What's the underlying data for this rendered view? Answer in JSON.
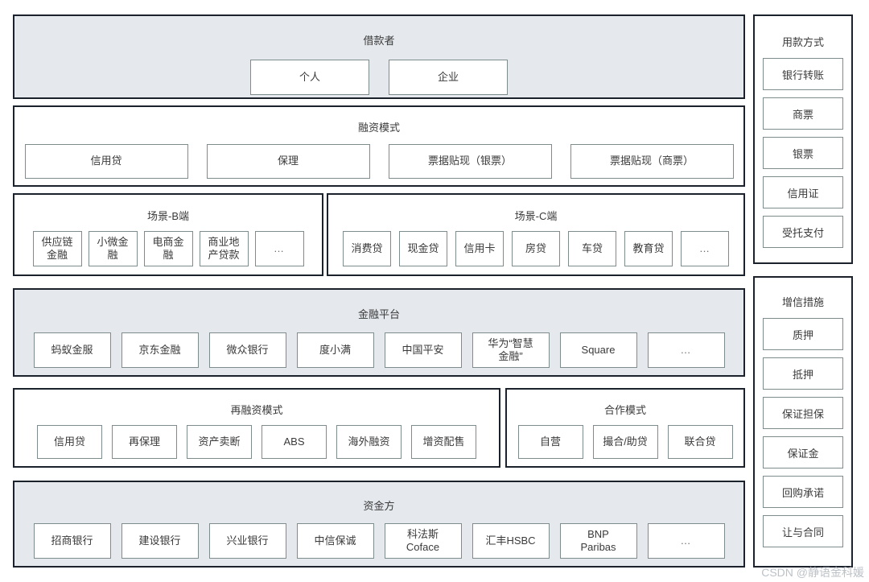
{
  "sections": [
    {
      "id": "borrowers",
      "title": "借款者",
      "style": "shaded",
      "items": [
        {
          "label": "个人"
        },
        {
          "label": "企业"
        }
      ]
    },
    {
      "id": "financing-mode",
      "title": "融资模式",
      "style": "plain",
      "items": [
        {
          "label": "信用贷"
        },
        {
          "label": "保理"
        },
        {
          "label": "票据贴现（银票）"
        },
        {
          "label": "票据贴现（商票）"
        }
      ]
    },
    {
      "id": "scenario-b",
      "title": "场景-B端",
      "style": "plain",
      "items": [
        {
          "label": "供应链\n金融"
        },
        {
          "label": "小微金\n融"
        },
        {
          "label": "电商金\n融"
        },
        {
          "label": "商业地\n产贷款"
        },
        {
          "label": "…"
        }
      ]
    },
    {
      "id": "scenario-c",
      "title": "场景-C端",
      "style": "plain",
      "items": [
        {
          "label": "消费贷"
        },
        {
          "label": "现金贷"
        },
        {
          "label": "信用卡"
        },
        {
          "label": "房贷"
        },
        {
          "label": "车贷"
        },
        {
          "label": "教育贷"
        },
        {
          "label": "…"
        }
      ]
    },
    {
      "id": "finance-platform",
      "title": "金融平台",
      "style": "shaded",
      "items": [
        {
          "label": "蚂蚁金服"
        },
        {
          "label": "京东金融"
        },
        {
          "label": "微众银行"
        },
        {
          "label": "度小满"
        },
        {
          "label": "中国平安"
        },
        {
          "label": "华为“智慧\n金融”"
        },
        {
          "label": "Square"
        },
        {
          "label": "…"
        }
      ]
    },
    {
      "id": "refinancing-mode",
      "title": "再融资模式",
      "style": "plain",
      "items": [
        {
          "label": "信用贷"
        },
        {
          "label": "再保理"
        },
        {
          "label": "资产卖断"
        },
        {
          "label": "ABS"
        },
        {
          "label": "海外融资"
        },
        {
          "label": "增资配售"
        }
      ]
    },
    {
      "id": "cooperation-mode",
      "title": "合作模式",
      "style": "plain",
      "items": [
        {
          "label": "自营"
        },
        {
          "label": "撮合/助贷"
        },
        {
          "label": "联合贷"
        }
      ]
    },
    {
      "id": "funders",
      "title": "资金方",
      "style": "shaded",
      "items": [
        {
          "label": "招商银行"
        },
        {
          "label": "建设银行"
        },
        {
          "label": "兴业银行"
        },
        {
          "label": "中信保诚"
        },
        {
          "label": "科法斯\nCoface"
        },
        {
          "label": "汇丰HSBC"
        },
        {
          "label": "BNP\nParibas"
        },
        {
          "label": "…"
        }
      ]
    }
  ],
  "side_panels": [
    {
      "id": "disbursement-method",
      "title": "用款方式",
      "items": [
        {
          "label": "银行转账"
        },
        {
          "label": "商票"
        },
        {
          "label": "银票"
        },
        {
          "label": "信用证"
        },
        {
          "label": "受托支付"
        }
      ]
    },
    {
      "id": "credit-enhancement",
      "title": "增信措施",
      "items": [
        {
          "label": "质押"
        },
        {
          "label": "抵押"
        },
        {
          "label": "保证担保"
        },
        {
          "label": "保证金"
        },
        {
          "label": "回购承诺"
        },
        {
          "label": "让与合同"
        }
      ]
    }
  ],
  "watermark": "CSDN @静语金科媛",
  "colors": {
    "group_border": "#1b222c",
    "group_shaded_fill": "#e5e9ed",
    "group_plain_fill": "#ffffff",
    "chip_border": "#7f8c8d",
    "chip_fill": "#ffffff",
    "text": "#3a3a3a",
    "watermark": "#b9bec4"
  }
}
